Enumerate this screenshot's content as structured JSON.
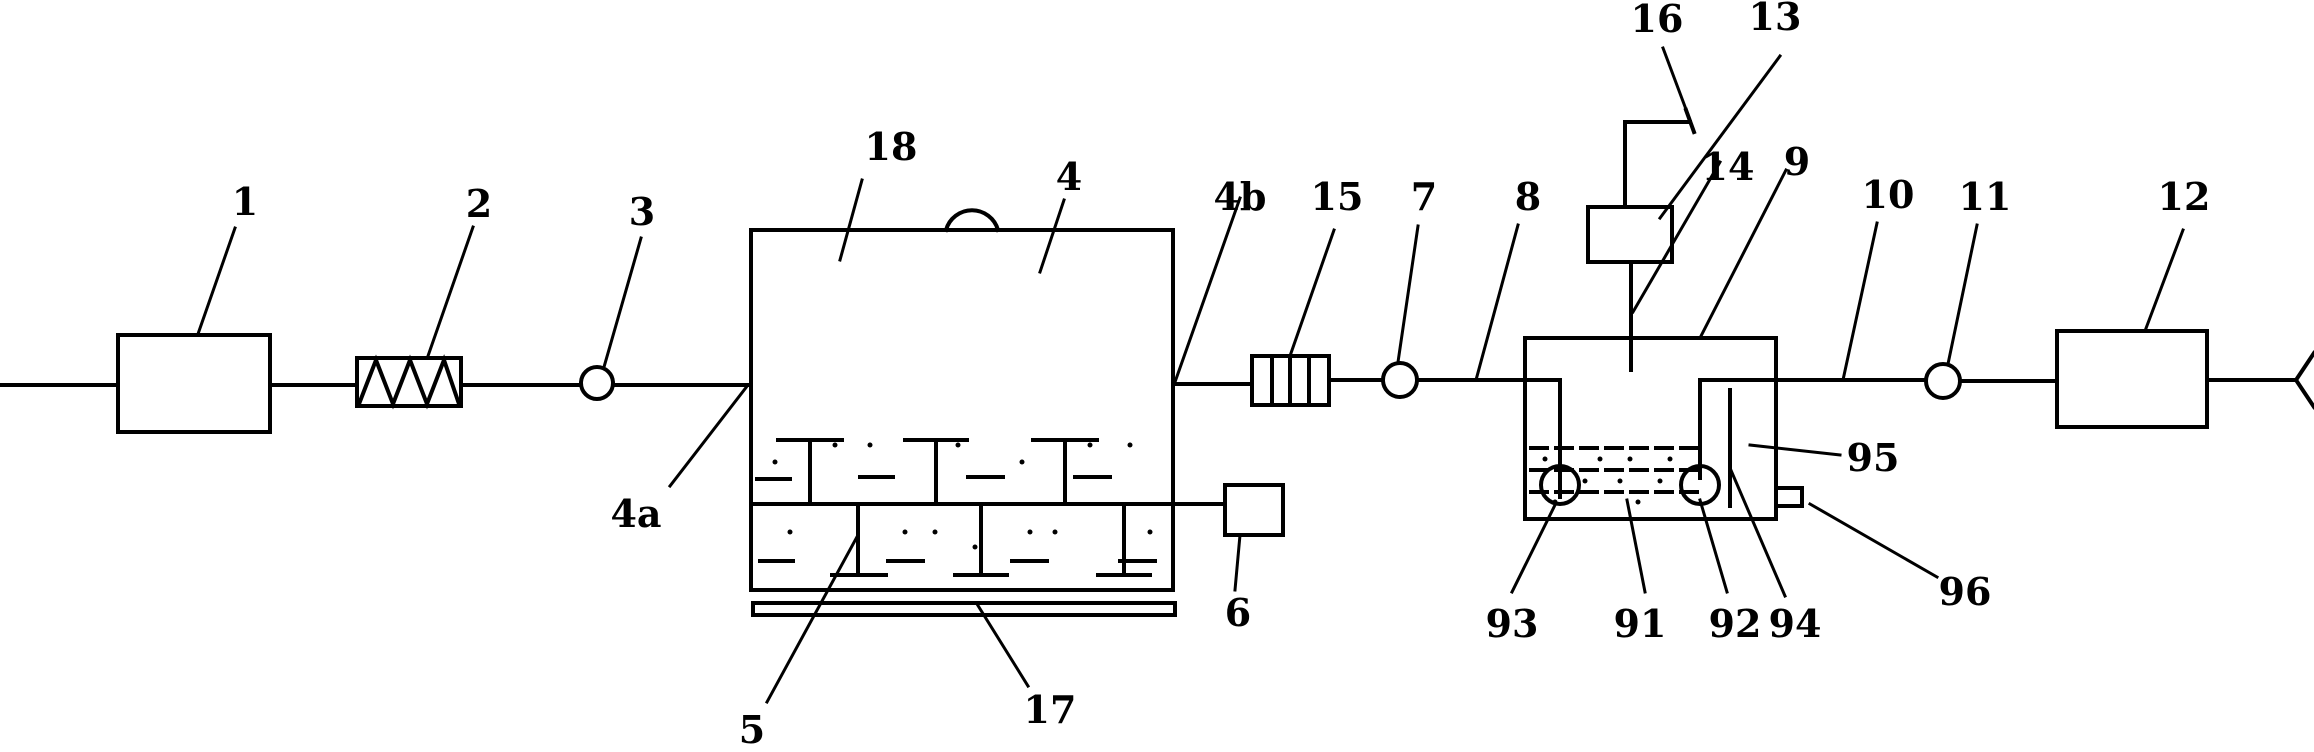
{
  "labels": {
    "l1": "1",
    "l2": "2",
    "l3": "3",
    "l4": "4",
    "l4a": "4a",
    "l4b": "4b",
    "l5": "5",
    "l6": "6",
    "l7": "7",
    "l8": "8",
    "l9": "9",
    "l10": "10",
    "l11": "11",
    "l12": "12",
    "l13": "13",
    "l14": "14",
    "l15": "15",
    "l16": "16",
    "l17": "17",
    "l18": "18",
    "l91": "91",
    "l92": "92",
    "l93": "93",
    "l94": "94",
    "l95": "95",
    "l96": "96"
  }
}
